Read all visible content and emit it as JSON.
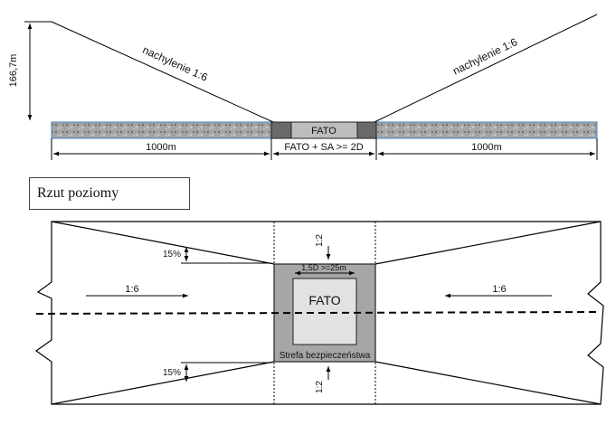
{
  "profile": {
    "slope_left": "nachylenie 1:6",
    "slope_right": "nachylenie 1:6",
    "height": "166,7m",
    "fato": "FATO",
    "dim_left": "1000m",
    "dim_center": "FATO + SA >= 2D",
    "dim_right": "1000m"
  },
  "plan": {
    "title": "Rzut poziomy",
    "fato": "FATO",
    "safety_area": "Strefa bezpieczeństwa",
    "fato_dim": "1,5D >=25m",
    "slope_left": "1:6",
    "slope_right": "1:6",
    "slope_top": "1:2",
    "slope_bottom": "1:2",
    "pct_top": "15%",
    "pct_bottom": "15%"
  },
  "colors": {
    "ground_fill": "#9a9a9a",
    "ground_border": "#4a86c8",
    "fato_fill": "#bdbdbd",
    "sa_fill": "#6a6a6a",
    "plan_sa_fill": "#a6a6a6",
    "plan_fato_fill": "#e2e2e2",
    "line": "#000000"
  }
}
